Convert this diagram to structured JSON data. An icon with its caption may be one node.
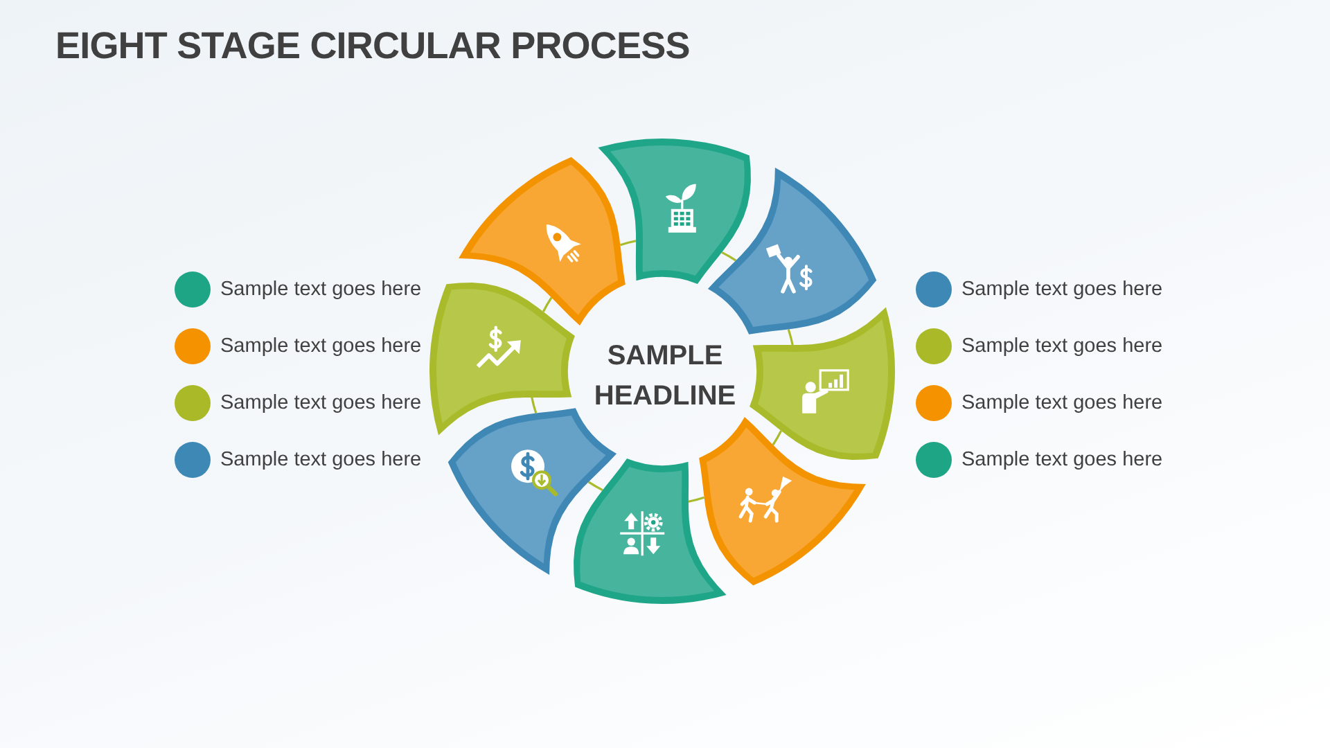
{
  "diagram": {
    "title": "EIGHT STAGE CIRCULAR PROCESS",
    "nodes": [
      {
        "text": [],
        "shape": "arc"
      },
      {
        "text": [],
        "shape": "arc"
      },
      {
        "text": [],
        "shape": "arc"
      },
      {
        "text": [],
        "shape": "arc"
      },
      {
        "text": [],
        "shape": "arc"
      },
      {
        "text": [],
        "shape": "arc"
      },
      {
        "text": [],
        "shape": "arc"
      },
      {
        "text": [],
        "shape": "arc"
      }
    ],
    "edges": [
      {
        "from": 0,
        "to": 1,
        "arrow": "none"
      },
      {
        "from": 1,
        "to": 2,
        "arrow": "none"
      },
      {
        "from": 2,
        "to": 3,
        "arrow": "none"
      },
      {
        "from": 3,
        "to": 4,
        "arrow": "none"
      },
      {
        "from": 4,
        "to": 5,
        "arrow": "none"
      },
      {
        "from": 5,
        "to": 6,
        "arrow": "none"
      },
      {
        "from": 6,
        "to": 7,
        "arrow": "none"
      },
      {
        "from": 7,
        "to": 0,
        "arrow": "none"
      }
    ],
    "labels": [
      "SAMPLE HEADLINE"
    ],
    "legend": [
      {
        "text": "Sample text goes here",
        "color": "#1da585"
      },
      {
        "text": "Sample text goes here",
        "color": "#f59200"
      },
      {
        "text": "Sample text goes here",
        "color": "#a9b927"
      },
      {
        "text": "Sample text goes here",
        "color": "#3d88b5"
      },
      {
        "text": "Sample text goes here",
        "color": "#3d88b5"
      },
      {
        "text": "Sample text goes here",
        "color": "#a9b927"
      },
      {
        "text": "Sample text goes here",
        "color": "#f59200"
      },
      {
        "text": "Sample text goes here",
        "color": "#1da585"
      }
    ]
  }
}
